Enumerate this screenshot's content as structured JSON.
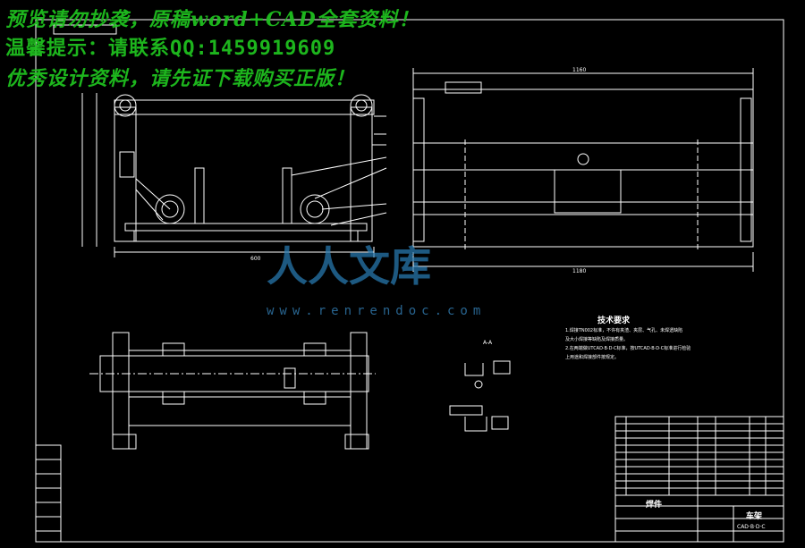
{
  "watermark": {
    "line1": "预览请勿抄袭，原稿word+CAD全套资料！",
    "line2": "温馨提示：请联系QQ:1459919609",
    "line3": "优秀设计资料，请先证下载购买正版！"
  },
  "logo": {
    "text": "人人文库",
    "url": "www.renrendoc.com"
  },
  "drawing": {
    "dim_bottom_left": "600",
    "dim_top_right": "1160",
    "dim_bottom_right": "1180",
    "section_label": "A-A",
    "technical_title": "技术要求",
    "technical_notes": [
      "1.焊接TN002标准，不许有夹渣、夹层、气孔、未焊透缺陷",
      "及大小焊接等缺陷及焊接质量。",
      "2.在两端做UTCAD·B·D·C标准，按UTCAD·B·D·C标准进行检验",
      "上用途和焊接部件按规定。"
    ],
    "title_block": {
      "part_name": "焊件",
      "product": "车架",
      "drawing_no": "CAD·B·D·C"
    }
  },
  "colors": {
    "line": "#ffffff",
    "watermark": "#1fbf1f",
    "logo": "#2a7fb8"
  }
}
